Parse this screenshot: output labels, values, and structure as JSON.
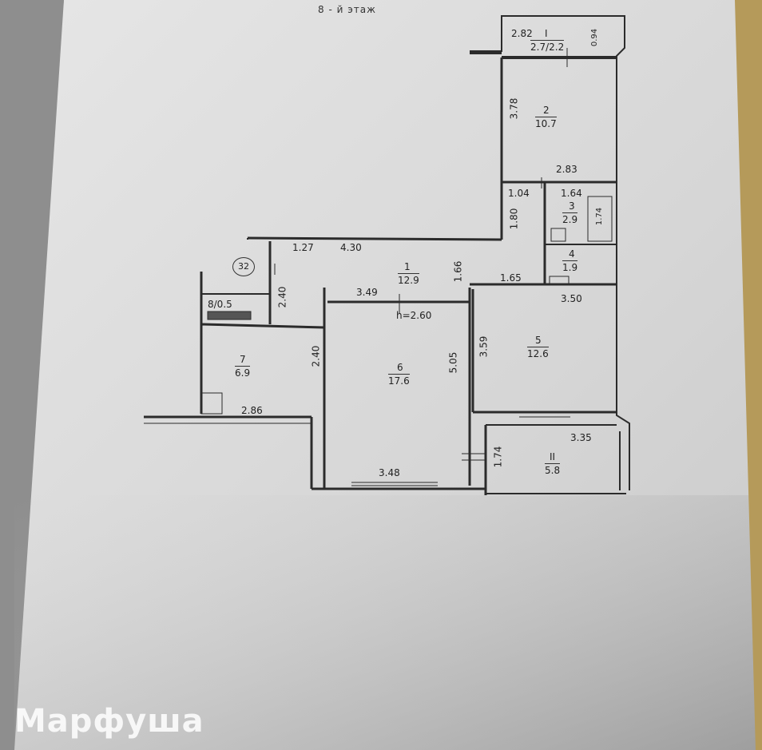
{
  "floor_title": "8 - й  этаж",
  "apartment_number": "32",
  "height_note": "h=2.60",
  "watermark": "Марфуша",
  "rooms": [
    {
      "num": "1",
      "area": "12.9"
    },
    {
      "num": "2",
      "area": "10.7"
    },
    {
      "num": "3",
      "area": "2.9"
    },
    {
      "num": "4",
      "area": "1.9"
    },
    {
      "num": "5",
      "area": "12.6"
    },
    {
      "num": "6",
      "area": "17.6"
    },
    {
      "num": "7",
      "area": "6.9"
    },
    {
      "num": "8/0.5"
    },
    {
      "num": "I",
      "area": "2.7/2.2"
    },
    {
      "num": "II",
      "area": "5.8"
    }
  ],
  "dims": {
    "d_2_82": "2.82",
    "d_0_94": "0.94",
    "d_3_78": "3.78",
    "d_2_83": "2.83",
    "d_1_04": "1.04",
    "d_1_64": "1.64",
    "d_1_74a": "1.74",
    "d_1_80": "1.80",
    "d_1_27": "1.27",
    "d_4_30": "4.30",
    "d_1_66": "1.66",
    "d_1_65": "1.65",
    "d_3_50": "3.50",
    "d_2_40a": "2.40",
    "d_3_49": "3.49",
    "d_3_59": "3.59",
    "d_5_05": "5.05",
    "d_2_40b": "2.40",
    "d_2_86": "2.86",
    "d_3_35": "3.35",
    "d_1_74b": "1.74",
    "d_3_48": "3.48"
  },
  "colors": {
    "paper": "#d9d9d9",
    "wall": "#2b2b2b",
    "shadow": "#1e1e1e"
  }
}
